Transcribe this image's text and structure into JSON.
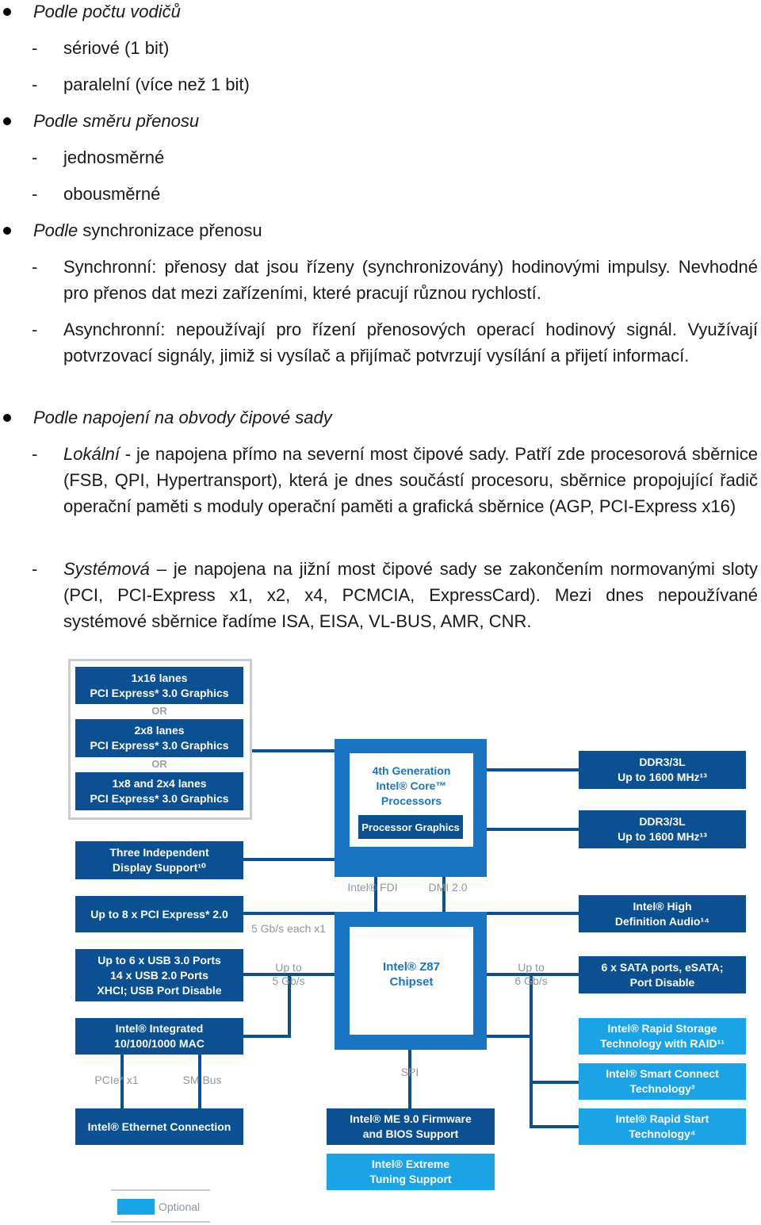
{
  "text": {
    "b1_title": "Podle počtu vodičů",
    "b1_items": [
      "sériové (1 bit)",
      "paralelní (více než 1 bit)"
    ],
    "b2_title": "Podle směru přenosu",
    "b2_items": [
      "jednosměrné",
      "obousměrné"
    ],
    "b3_title_it": "Podle",
    "b3_title_rest": " synchronizace přenosu",
    "b3_item1": "Synchronní: přenosy dat jsou řízeny (synchronizovány) hodinovými impulsy. Nevhodné pro přenos dat mezi zařízeními, které pracují různou rychlostí.",
    "b3_item2": "Asynchronní: nepoužívají pro řízení přenosových operací hodinový signál. Využívají potvrzovací signály, jimiž si vysílač a přijímač potvrzují vysílání a přijetí informací.",
    "b4_title": "Podle napojení na obvody čipové sady",
    "b4_item1_it": "Lokální",
    "b4_item1_rest": " - je napojena přímo na severní most čipové sady. Patří zde procesorová sběrnice (FSB, QPI, Hypertransport), která je dnes součástí procesoru, sběrnice propojující řadič operační paměti s moduly operační paměti a grafická sběrnice (AGP, PCI-Express x16)",
    "b4_item2_it": "Systémová",
    "b4_item2_rest": " – je napojena na jižní most čipové sady se zakončením normovanými sloty (PCI, PCI-Express x1, x2, x4, PCMCIA, ExpressCard). Mezi dnes nepoužívané systémové sběrnice řadíme ISA, EISA, VL-BUS, AMR, CNR.",
    "dash": "-"
  },
  "diagram": {
    "gfx1": [
      "1x16 lanes",
      "PCI Express* 3.0 Graphics"
    ],
    "or": "OR",
    "gfx2": [
      "2x8 lanes",
      "PCI Express* 3.0 Graphics"
    ],
    "gfx3": [
      "1x8 and 2x4 lanes",
      "PCI Express* 3.0 Graphics"
    ],
    "display": [
      "Three Independent",
      "Display Support¹⁰"
    ],
    "pcie2": "Up to 8 x PCI Express* 2.0",
    "usb": [
      "Up to 6 x USB 3.0 Ports",
      "14 x USB 2.0 Ports",
      "XHCI; USB Port Disable"
    ],
    "mac": [
      "Intel® Integrated",
      "10/100/1000 MAC"
    ],
    "ethernet": "Intel® Ethernet Connection",
    "cpu": [
      "4th Generation",
      "Intel® Core™",
      "Processors"
    ],
    "cpu_graphics": "Processor Graphics",
    "ddr1": [
      "DDR3/3L",
      "Up to 1600 MHz¹³"
    ],
    "ddr2": [
      "DDR3/3L",
      "Up to 1600 MHz¹³"
    ],
    "audio": [
      "Intel® High",
      "Definition Audio¹⁴"
    ],
    "sata": [
      "6 x SATA ports, eSATA;",
      "Port Disable"
    ],
    "rst": [
      "Intel® Rapid Storage",
      "Technology with RAID¹¹"
    ],
    "smart": [
      "Intel® Smart Connect",
      "Technology³"
    ],
    "rapid": [
      "Intel® Rapid Start",
      "Technology⁴"
    ],
    "chipset": [
      "Intel® Z87",
      "Chipset"
    ],
    "me": [
      "Intel® ME 9.0 Firmware",
      "and BIOS Support"
    ],
    "tuning": [
      "Intel® Extreme",
      "Tuning Support"
    ],
    "lbl_fdi": "Intel® FDI",
    "lbl_dmi": "DMI 2.0",
    "lbl_5gbs_each": "5 Gb/s each x1",
    "lbl_upto5": [
      "Up to",
      "5 Gb/s"
    ],
    "lbl_upto6": [
      "Up to",
      "6 Gb/s"
    ],
    "lbl_pcie_x1": "PCIe* x1",
    "lbl_smbus": "SM Bus",
    "lbl_spi": "SPI",
    "legend": "Optional",
    "colors": {
      "dark": "#0b5092",
      "light": "#1ba3e8",
      "mid": "#1a74c4"
    }
  }
}
